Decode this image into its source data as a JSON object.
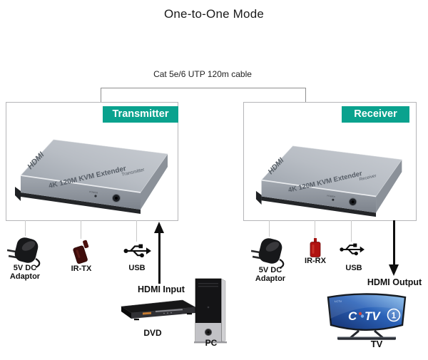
{
  "title": "One-to-One Mode",
  "cable_label": "Cat 5e/6 UTP 120m cable",
  "colors": {
    "teal": "#0AA28E",
    "arrow": "#0e0e0e",
    "ir_tx": "#3f0d0b",
    "ir_rx": "#b31312"
  },
  "transmitter": {
    "tag": "Transmitter",
    "device": {
      "brand": "HDMI",
      "model": "4K 120M KVM Extender",
      "role": "Transmitter",
      "power": "POWER"
    },
    "accessories": {
      "power": {
        "line1": "5V DC",
        "line2": "Adaptor"
      },
      "ir": {
        "label": "IR-TX"
      },
      "usb": {
        "label": "USB"
      }
    },
    "io_label": "HDMI Input",
    "dvd_label": "DVD",
    "pc_label": "PC"
  },
  "receiver": {
    "tag": "Receiver",
    "device": {
      "brand": "HDMI",
      "model": "4K 120M KVM Extender",
      "role": "Receiver",
      "power": "POWER"
    },
    "accessories": {
      "power": {
        "line1": "5V DC",
        "line2": "Adaptor"
      },
      "ir": {
        "label": "IR-RX"
      },
      "usb": {
        "label": "USB"
      }
    },
    "io_label": "HDMI Output",
    "tv_label": "TV",
    "tv_screen": {
      "corner_text": "LCTV",
      "logo_c": "C",
      "logo_tv": "TV",
      "logo_channel": "1"
    }
  }
}
